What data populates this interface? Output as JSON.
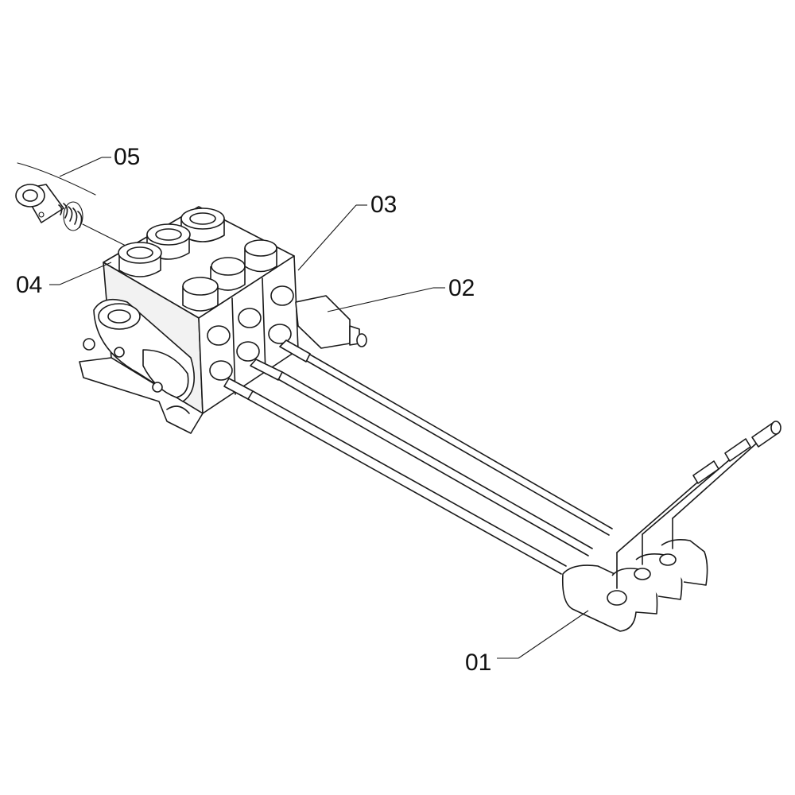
{
  "callouts": {
    "c01": "01",
    "c02": "02",
    "c03": "03",
    "c04": "04",
    "c05": "05"
  },
  "colors": {
    "line": "#1a1a1a",
    "background": "#ffffff"
  }
}
